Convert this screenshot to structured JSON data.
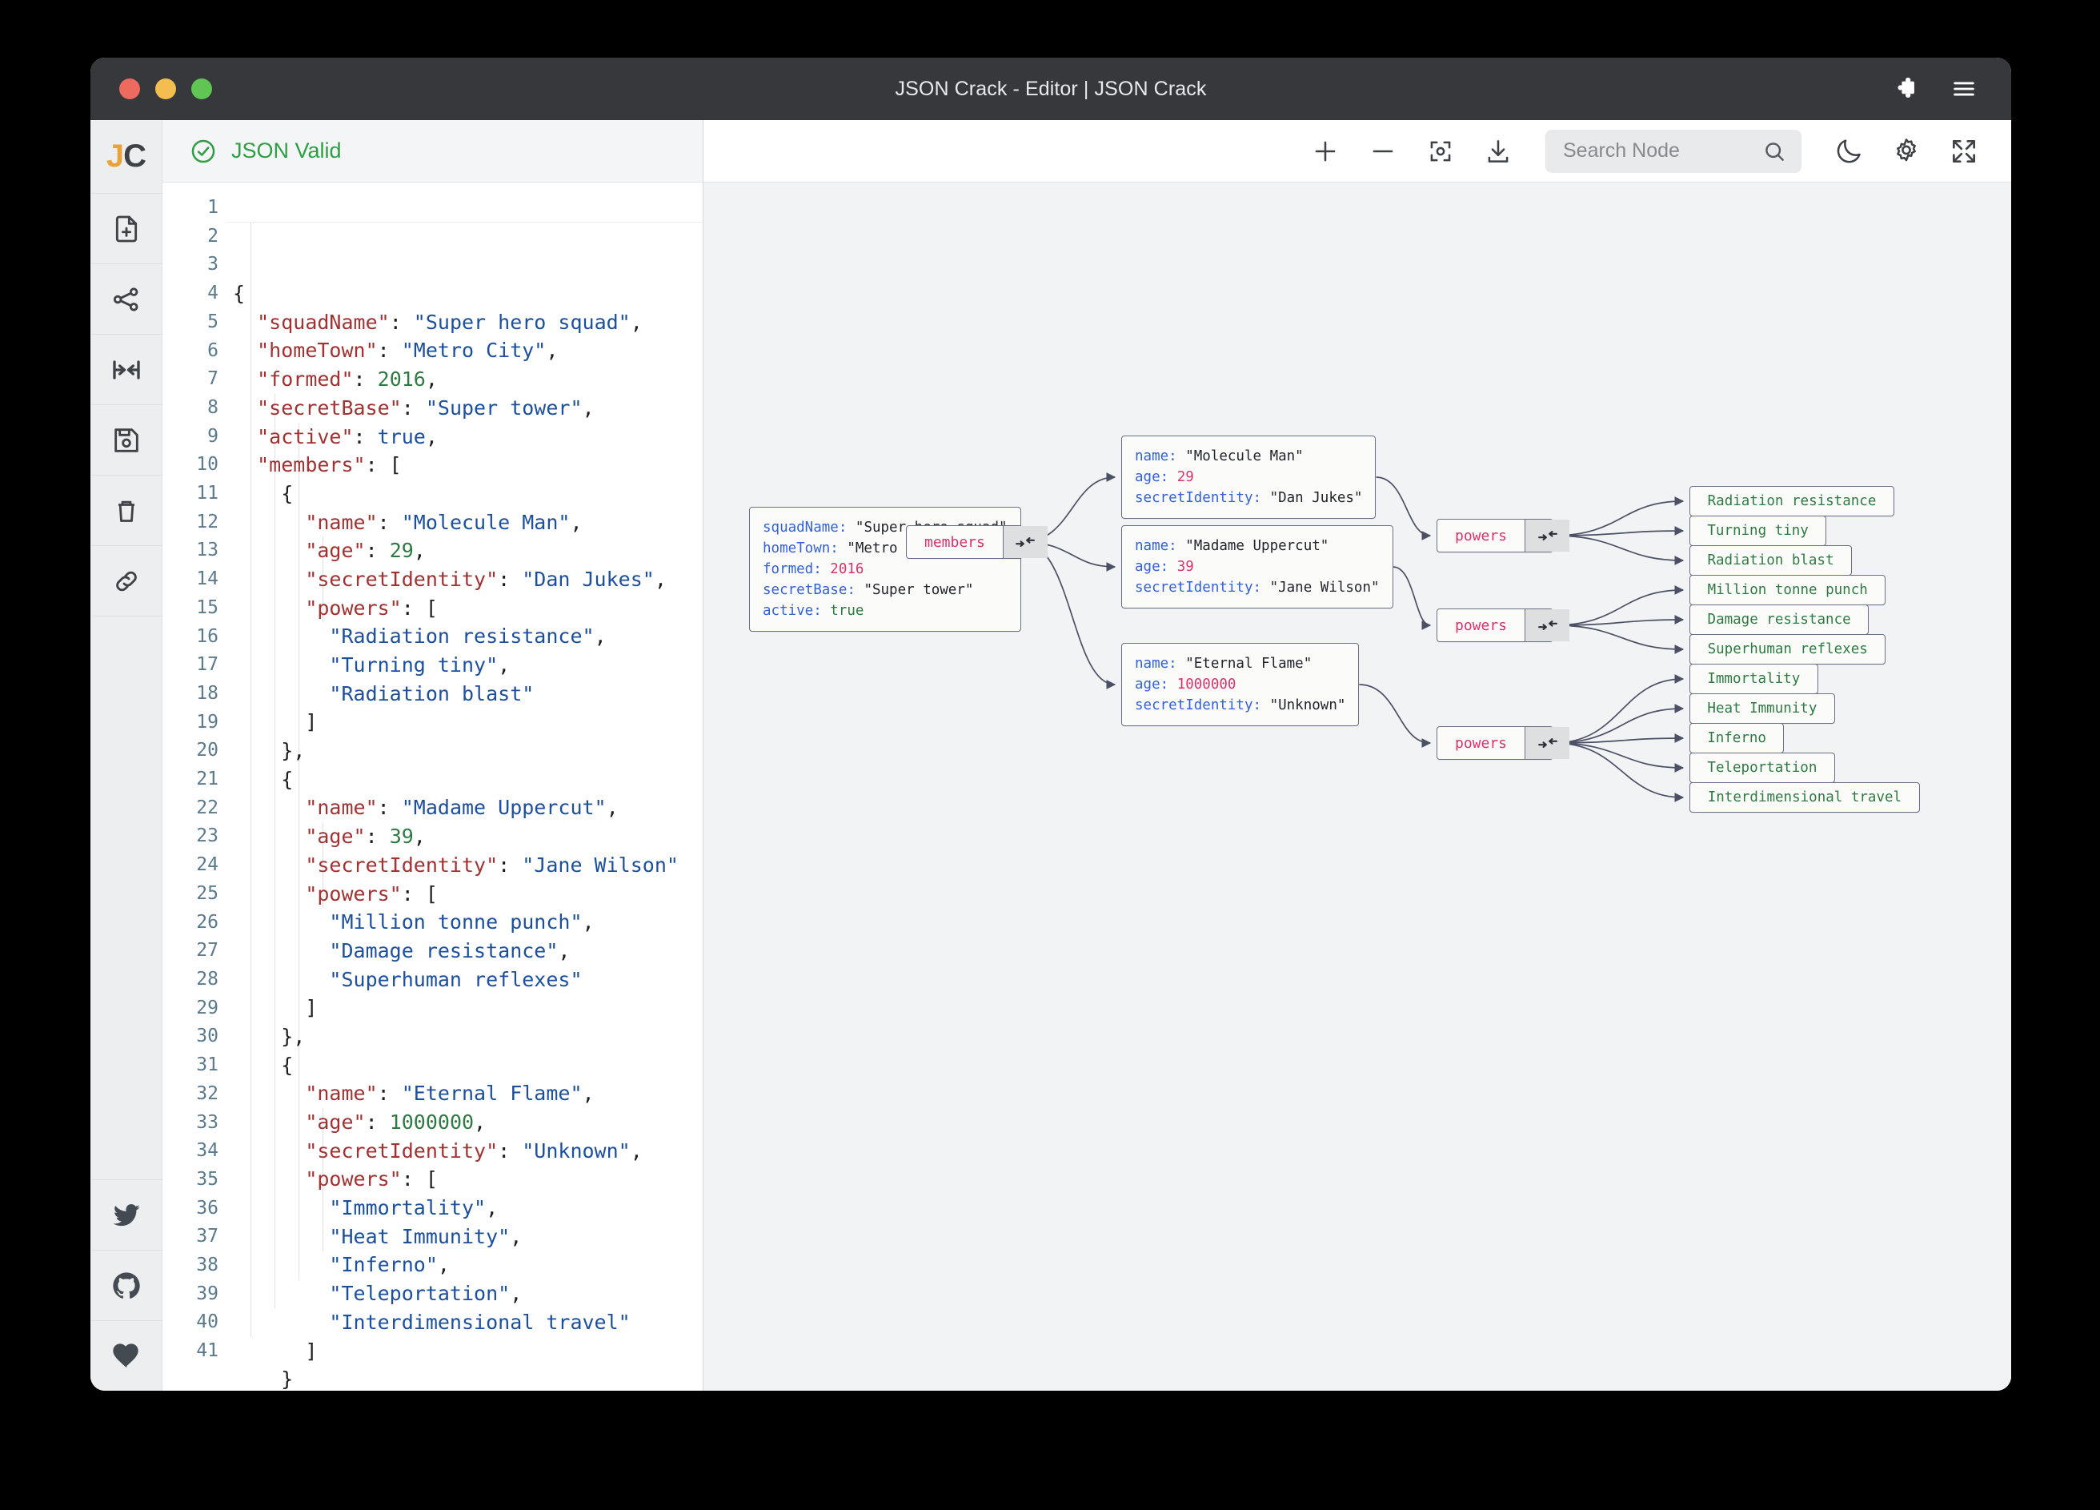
{
  "window": {
    "title": "JSON Crack - Editor | JSON Crack",
    "traffic_lights": [
      "close",
      "minimize",
      "maximize"
    ],
    "titlebar_icons": [
      "puzzle-extension-icon",
      "hamburger-menu-icon"
    ]
  },
  "rail": {
    "logo": {
      "j": "J",
      "c": "C"
    },
    "items": [
      {
        "name": "new-document",
        "icon": "file-plus-icon"
      },
      {
        "name": "share-graph",
        "icon": "share-nodes-icon"
      },
      {
        "name": "collapse-panel",
        "icon": "collapse-horizontal-icon"
      },
      {
        "name": "save-file",
        "icon": "floppy-save-icon"
      },
      {
        "name": "delete-file",
        "icon": "trash-icon"
      },
      {
        "name": "copy-link",
        "icon": "link-icon"
      }
    ],
    "social": [
      {
        "name": "twitter",
        "icon": "twitter-bird-icon"
      },
      {
        "name": "github",
        "icon": "github-icon"
      },
      {
        "name": "sponsor",
        "icon": "heart-icon"
      }
    ]
  },
  "editor": {
    "status": {
      "label": "JSON Valid",
      "icon": "check-circle-icon",
      "color": "#2f9e44"
    },
    "line_numbers": [
      1,
      2,
      3,
      4,
      5,
      6,
      7,
      8,
      9,
      10,
      11,
      12,
      13,
      14,
      15,
      16,
      17,
      18,
      19,
      20,
      21,
      22,
      23,
      24,
      25,
      26,
      27,
      28,
      29,
      30,
      31,
      32,
      33,
      34,
      35,
      36,
      37,
      38,
      39,
      40,
      41
    ],
    "lines": [
      {
        "indent": 0,
        "tokens": [
          {
            "t": "p",
            "v": "{"
          }
        ]
      },
      {
        "indent": 1,
        "tokens": [
          {
            "t": "k",
            "v": "\"squadName\""
          },
          {
            "t": "p",
            "v": ": "
          },
          {
            "t": "s",
            "v": "\"Super hero squad\""
          },
          {
            "t": "p",
            "v": ","
          }
        ]
      },
      {
        "indent": 1,
        "tokens": [
          {
            "t": "k",
            "v": "\"homeTown\""
          },
          {
            "t": "p",
            "v": ": "
          },
          {
            "t": "s",
            "v": "\"Metro City\""
          },
          {
            "t": "p",
            "v": ","
          }
        ]
      },
      {
        "indent": 1,
        "tokens": [
          {
            "t": "k",
            "v": "\"formed\""
          },
          {
            "t": "p",
            "v": ": "
          },
          {
            "t": "n",
            "v": "2016"
          },
          {
            "t": "p",
            "v": ","
          }
        ]
      },
      {
        "indent": 1,
        "tokens": [
          {
            "t": "k",
            "v": "\"secretBase\""
          },
          {
            "t": "p",
            "v": ": "
          },
          {
            "t": "s",
            "v": "\"Super tower\""
          },
          {
            "t": "p",
            "v": ","
          }
        ]
      },
      {
        "indent": 1,
        "tokens": [
          {
            "t": "k",
            "v": "\"active\""
          },
          {
            "t": "p",
            "v": ": "
          },
          {
            "t": "b",
            "v": "true"
          },
          {
            "t": "p",
            "v": ","
          }
        ]
      },
      {
        "indent": 1,
        "tokens": [
          {
            "t": "k",
            "v": "\"members\""
          },
          {
            "t": "p",
            "v": ": ["
          }
        ]
      },
      {
        "indent": 2,
        "tokens": [
          {
            "t": "p",
            "v": "{"
          }
        ]
      },
      {
        "indent": 3,
        "tokens": [
          {
            "t": "k",
            "v": "\"name\""
          },
          {
            "t": "p",
            "v": ": "
          },
          {
            "t": "s",
            "v": "\"Molecule Man\""
          },
          {
            "t": "p",
            "v": ","
          }
        ]
      },
      {
        "indent": 3,
        "tokens": [
          {
            "t": "k",
            "v": "\"age\""
          },
          {
            "t": "p",
            "v": ": "
          },
          {
            "t": "n",
            "v": "29"
          },
          {
            "t": "p",
            "v": ","
          }
        ]
      },
      {
        "indent": 3,
        "tokens": [
          {
            "t": "k",
            "v": "\"secretIdentity\""
          },
          {
            "t": "p",
            "v": ": "
          },
          {
            "t": "s",
            "v": "\"Dan Jukes\""
          },
          {
            "t": "p",
            "v": ","
          }
        ]
      },
      {
        "indent": 3,
        "tokens": [
          {
            "t": "k",
            "v": "\"powers\""
          },
          {
            "t": "p",
            "v": ": ["
          }
        ]
      },
      {
        "indent": 4,
        "tokens": [
          {
            "t": "s",
            "v": "\"Radiation resistance\""
          },
          {
            "t": "p",
            "v": ","
          }
        ]
      },
      {
        "indent": 4,
        "tokens": [
          {
            "t": "s",
            "v": "\"Turning tiny\""
          },
          {
            "t": "p",
            "v": ","
          }
        ]
      },
      {
        "indent": 4,
        "tokens": [
          {
            "t": "s",
            "v": "\"Radiation blast\""
          }
        ]
      },
      {
        "indent": 3,
        "tokens": [
          {
            "t": "p",
            "v": "]"
          }
        ]
      },
      {
        "indent": 2,
        "tokens": [
          {
            "t": "p",
            "v": "},"
          }
        ]
      },
      {
        "indent": 2,
        "tokens": [
          {
            "t": "p",
            "v": "{"
          }
        ]
      },
      {
        "indent": 3,
        "tokens": [
          {
            "t": "k",
            "v": "\"name\""
          },
          {
            "t": "p",
            "v": ": "
          },
          {
            "t": "s",
            "v": "\"Madame Uppercut\""
          },
          {
            "t": "p",
            "v": ","
          }
        ]
      },
      {
        "indent": 3,
        "tokens": [
          {
            "t": "k",
            "v": "\"age\""
          },
          {
            "t": "p",
            "v": ": "
          },
          {
            "t": "n",
            "v": "39"
          },
          {
            "t": "p",
            "v": ","
          }
        ]
      },
      {
        "indent": 3,
        "tokens": [
          {
            "t": "k",
            "v": "\"secretIdentity\""
          },
          {
            "t": "p",
            "v": ": "
          },
          {
            "t": "s",
            "v": "\"Jane Wilson\""
          }
        ]
      },
      {
        "indent": 3,
        "tokens": [
          {
            "t": "k",
            "v": "\"powers\""
          },
          {
            "t": "p",
            "v": ": ["
          }
        ]
      },
      {
        "indent": 4,
        "tokens": [
          {
            "t": "s",
            "v": "\"Million tonne punch\""
          },
          {
            "t": "p",
            "v": ","
          }
        ]
      },
      {
        "indent": 4,
        "tokens": [
          {
            "t": "s",
            "v": "\"Damage resistance\""
          },
          {
            "t": "p",
            "v": ","
          }
        ]
      },
      {
        "indent": 4,
        "tokens": [
          {
            "t": "s",
            "v": "\"Superhuman reflexes\""
          }
        ]
      },
      {
        "indent": 3,
        "tokens": [
          {
            "t": "p",
            "v": "]"
          }
        ]
      },
      {
        "indent": 2,
        "tokens": [
          {
            "t": "p",
            "v": "},"
          }
        ]
      },
      {
        "indent": 2,
        "tokens": [
          {
            "t": "p",
            "v": "{"
          }
        ]
      },
      {
        "indent": 3,
        "tokens": [
          {
            "t": "k",
            "v": "\"name\""
          },
          {
            "t": "p",
            "v": ": "
          },
          {
            "t": "s",
            "v": "\"Eternal Flame\""
          },
          {
            "t": "p",
            "v": ","
          }
        ]
      },
      {
        "indent": 3,
        "tokens": [
          {
            "t": "k",
            "v": "\"age\""
          },
          {
            "t": "p",
            "v": ": "
          },
          {
            "t": "n",
            "v": "1000000"
          },
          {
            "t": "p",
            "v": ","
          }
        ]
      },
      {
        "indent": 3,
        "tokens": [
          {
            "t": "k",
            "v": "\"secretIdentity\""
          },
          {
            "t": "p",
            "v": ": "
          },
          {
            "t": "s",
            "v": "\"Unknown\""
          },
          {
            "t": "p",
            "v": ","
          }
        ]
      },
      {
        "indent": 3,
        "tokens": [
          {
            "t": "k",
            "v": "\"powers\""
          },
          {
            "t": "p",
            "v": ": ["
          }
        ]
      },
      {
        "indent": 4,
        "tokens": [
          {
            "t": "s",
            "v": "\"Immortality\""
          },
          {
            "t": "p",
            "v": ","
          }
        ]
      },
      {
        "indent": 4,
        "tokens": [
          {
            "t": "s",
            "v": "\"Heat Immunity\""
          },
          {
            "t": "p",
            "v": ","
          }
        ]
      },
      {
        "indent": 4,
        "tokens": [
          {
            "t": "s",
            "v": "\"Inferno\""
          },
          {
            "t": "p",
            "v": ","
          }
        ]
      },
      {
        "indent": 4,
        "tokens": [
          {
            "t": "s",
            "v": "\"Teleportation\""
          },
          {
            "t": "p",
            "v": ","
          }
        ]
      },
      {
        "indent": 4,
        "tokens": [
          {
            "t": "s",
            "v": "\"Interdimensional travel\""
          }
        ]
      },
      {
        "indent": 3,
        "tokens": [
          {
            "t": "p",
            "v": "]"
          }
        ]
      },
      {
        "indent": 2,
        "tokens": [
          {
            "t": "p",
            "v": "}"
          }
        ]
      },
      {
        "indent": 1,
        "tokens": [
          {
            "t": "p",
            "v": "]"
          }
        ]
      },
      {
        "indent": 0,
        "tokens": [
          {
            "t": "p",
            "v": "}"
          }
        ]
      }
    ]
  },
  "toolbar": {
    "zoom_in": "zoom-in-icon",
    "zoom_out": "zoom-out-icon",
    "center": "center-focus-icon",
    "download": "download-icon",
    "search_placeholder": "Search Node",
    "search_value": "",
    "theme_toggle": "moon-icon",
    "settings": "gear-icon",
    "fullscreen": "expand-fullscreen-icon"
  },
  "graph": {
    "root": {
      "rows": [
        {
          "key": "squadName",
          "value": "\"Super hero squad\"",
          "type": "string"
        },
        {
          "key": "homeTown",
          "value": "\"Metro City\"",
          "type": "string"
        },
        {
          "key": "formed",
          "value": "2016",
          "type": "number"
        },
        {
          "key": "secretBase",
          "value": "\"Super tower\"",
          "type": "string"
        },
        {
          "key": "active",
          "value": "true",
          "type": "boolean"
        }
      ]
    },
    "members_node": {
      "label": "members"
    },
    "members": [
      {
        "rows": [
          {
            "key": "name",
            "value": "\"Molecule Man\"",
            "type": "string"
          },
          {
            "key": "age",
            "value": "29",
            "type": "number"
          },
          {
            "key": "secretIdentity",
            "value": "\"Dan Jukes\"",
            "type": "string"
          }
        ],
        "powers_label": "powers",
        "powers": [
          "Radiation resistance",
          "Turning tiny",
          "Radiation blast"
        ]
      },
      {
        "rows": [
          {
            "key": "name",
            "value": "\"Madame Uppercut\"",
            "type": "string"
          },
          {
            "key": "age",
            "value": "39",
            "type": "number"
          },
          {
            "key": "secretIdentity",
            "value": "\"Jane Wilson\"",
            "type": "string"
          }
        ],
        "powers_label": "powers",
        "powers": [
          "Million tonne punch",
          "Damage resistance",
          "Superhuman reflexes"
        ]
      },
      {
        "rows": [
          {
            "key": "name",
            "value": "\"Eternal Flame\"",
            "type": "string"
          },
          {
            "key": "age",
            "value": "1000000",
            "type": "number"
          },
          {
            "key": "secretIdentity",
            "value": "\"Unknown\"",
            "type": "string"
          }
        ],
        "powers_label": "powers",
        "powers": [
          "Immortality",
          "Heat Immunity",
          "Inferno",
          "Teleportation",
          "Interdimensional travel"
        ]
      }
    ]
  },
  "colors": {
    "valid_green": "#2f9e44",
    "node_key_blue": "#3461d6",
    "node_number_pink": "#d6336c",
    "node_leaf_green": "#2f7a43",
    "node_border": "#6a6f86",
    "canvas_bg": "#f2f3f5",
    "titlebar_bg": "#36383c",
    "logo_orange": "#e8a33d"
  }
}
